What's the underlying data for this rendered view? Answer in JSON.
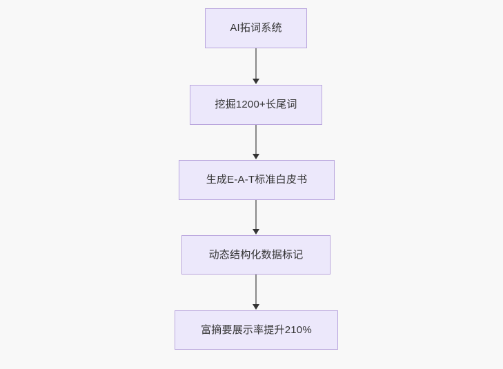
{
  "chart_data": {
    "type": "diagram",
    "diagram_type": "flowchart",
    "orientation": "top-to-bottom",
    "title": "",
    "background_color": "#f8f8f8",
    "node_fill_color": "#ece8fb",
    "node_border_color": "#b9a5dd",
    "node_text_color": "#333333",
    "edge_color": "#888888",
    "arrowhead_color": "#333333",
    "nodes": [
      {
        "id": "n0",
        "label": "AI拓词系统"
      },
      {
        "id": "n1",
        "label": "挖掘1200+长尾词"
      },
      {
        "id": "n2",
        "label": "生成E-A-T标准白皮书"
      },
      {
        "id": "n3",
        "label": "动态结构化数据标记"
      },
      {
        "id": "n4",
        "label": "富摘要展示率提升210%"
      }
    ],
    "edges": [
      {
        "from": "n0",
        "to": "n1",
        "label": "",
        "arrow": "single"
      },
      {
        "from": "n1",
        "to": "n2",
        "label": "",
        "arrow": "single"
      },
      {
        "from": "n2",
        "to": "n3",
        "label": "",
        "arrow": "single"
      },
      {
        "from": "n3",
        "to": "n4",
        "label": "",
        "arrow": "single"
      }
    ]
  }
}
